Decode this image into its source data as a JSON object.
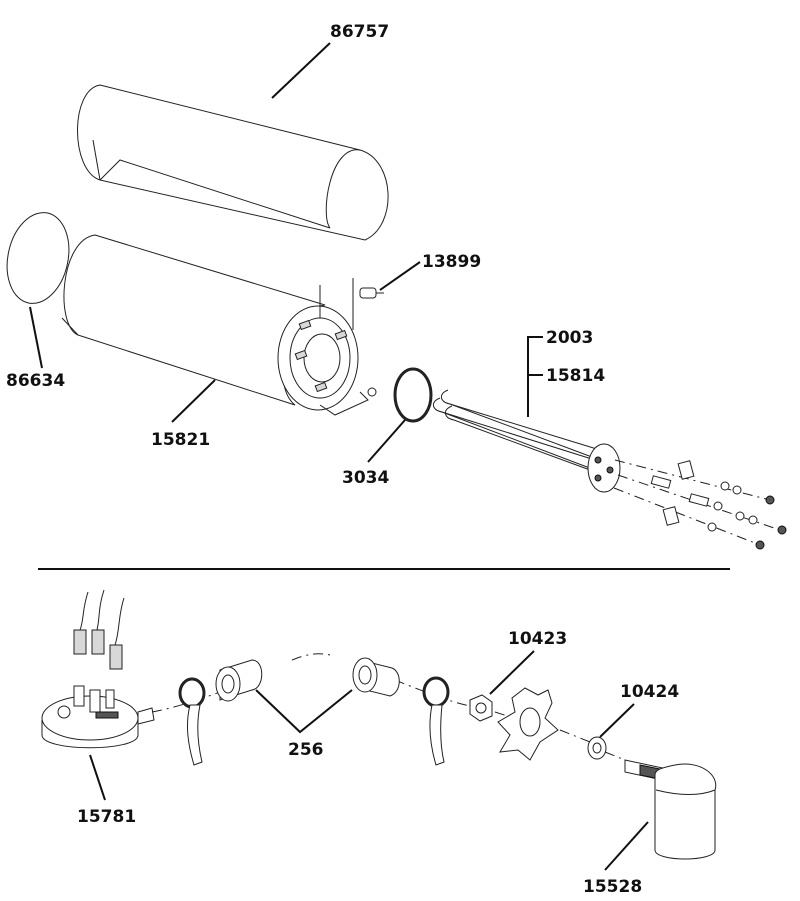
{
  "labels": {
    "p86757": "86757",
    "p13899": "13899",
    "p86634": "86634",
    "p15821": "15821",
    "p2003": "2003",
    "p15814": "15814",
    "p3034": "3034",
    "p10423": "10423",
    "p10424": "10424",
    "p256": "256",
    "p15781": "15781",
    "p15528": "15528"
  }
}
